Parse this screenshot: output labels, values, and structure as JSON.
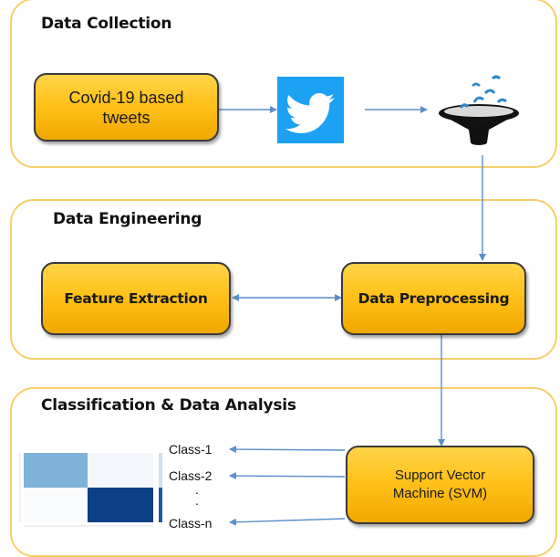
{
  "sections": {
    "data_collection": "Data Collection",
    "data_engineering": "Data Engineering",
    "classification": "Classification & Data Analysis"
  },
  "nodes": {
    "tweets_line1": "Covid-19 based",
    "tweets_line2": "tweets",
    "feature_extraction": "Feature Extraction",
    "data_preprocessing": "Data Preprocessing",
    "svm_line1": "Support Vector",
    "svm_line2": "Machine (SVM)"
  },
  "classes": {
    "class_1": "Class-1",
    "class_2": "Class-2",
    "class_n": "Class-n"
  },
  "icons": [
    "twitter-bird-icon",
    "funnel-icon",
    "confusion-matrix-thumbnail"
  ],
  "colors": {
    "node_fill": "#ffc21a",
    "section_border": "#f5cf6b",
    "arrow": "#5b8fc9",
    "twitter_blue": "#1da1f2"
  }
}
